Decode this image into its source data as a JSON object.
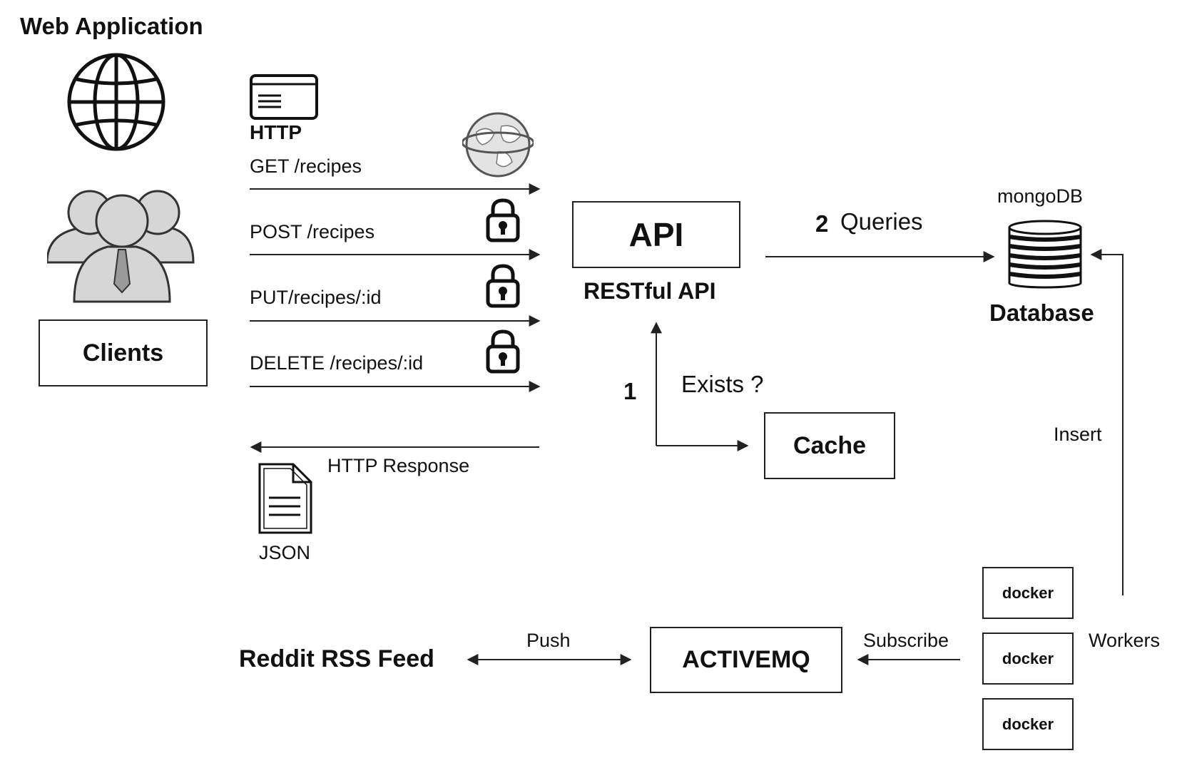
{
  "title": "Web Application",
  "clients": {
    "label": "Clients"
  },
  "http": {
    "label": "HTTP",
    "requests": [
      "GET /recipes",
      "POST /recipes",
      "PUT/recipes/:id",
      "DELETE /recipes/:id"
    ],
    "response_label": "HTTP Response",
    "response_format": "JSON"
  },
  "api": {
    "label": "API",
    "sublabel": "RESTful API"
  },
  "queries": {
    "step": "2",
    "label": "Queries"
  },
  "database": {
    "vendor": "mongoDB",
    "label": "Database"
  },
  "cache": {
    "step": "1",
    "question": "Exists ?",
    "label": "Cache"
  },
  "insert_label": "Insert",
  "workers": {
    "label": "Workers",
    "items": [
      "docker",
      "docker",
      "docker"
    ]
  },
  "queue": {
    "label": "ACTIVEMQ",
    "subscribe_label": "Subscribe"
  },
  "feed": {
    "label": "Reddit RSS Feed",
    "push_label": "Push"
  },
  "colors": {
    "stroke": "#222222",
    "icon_fill": "#d6d6d6",
    "background": "#ffffff"
  }
}
